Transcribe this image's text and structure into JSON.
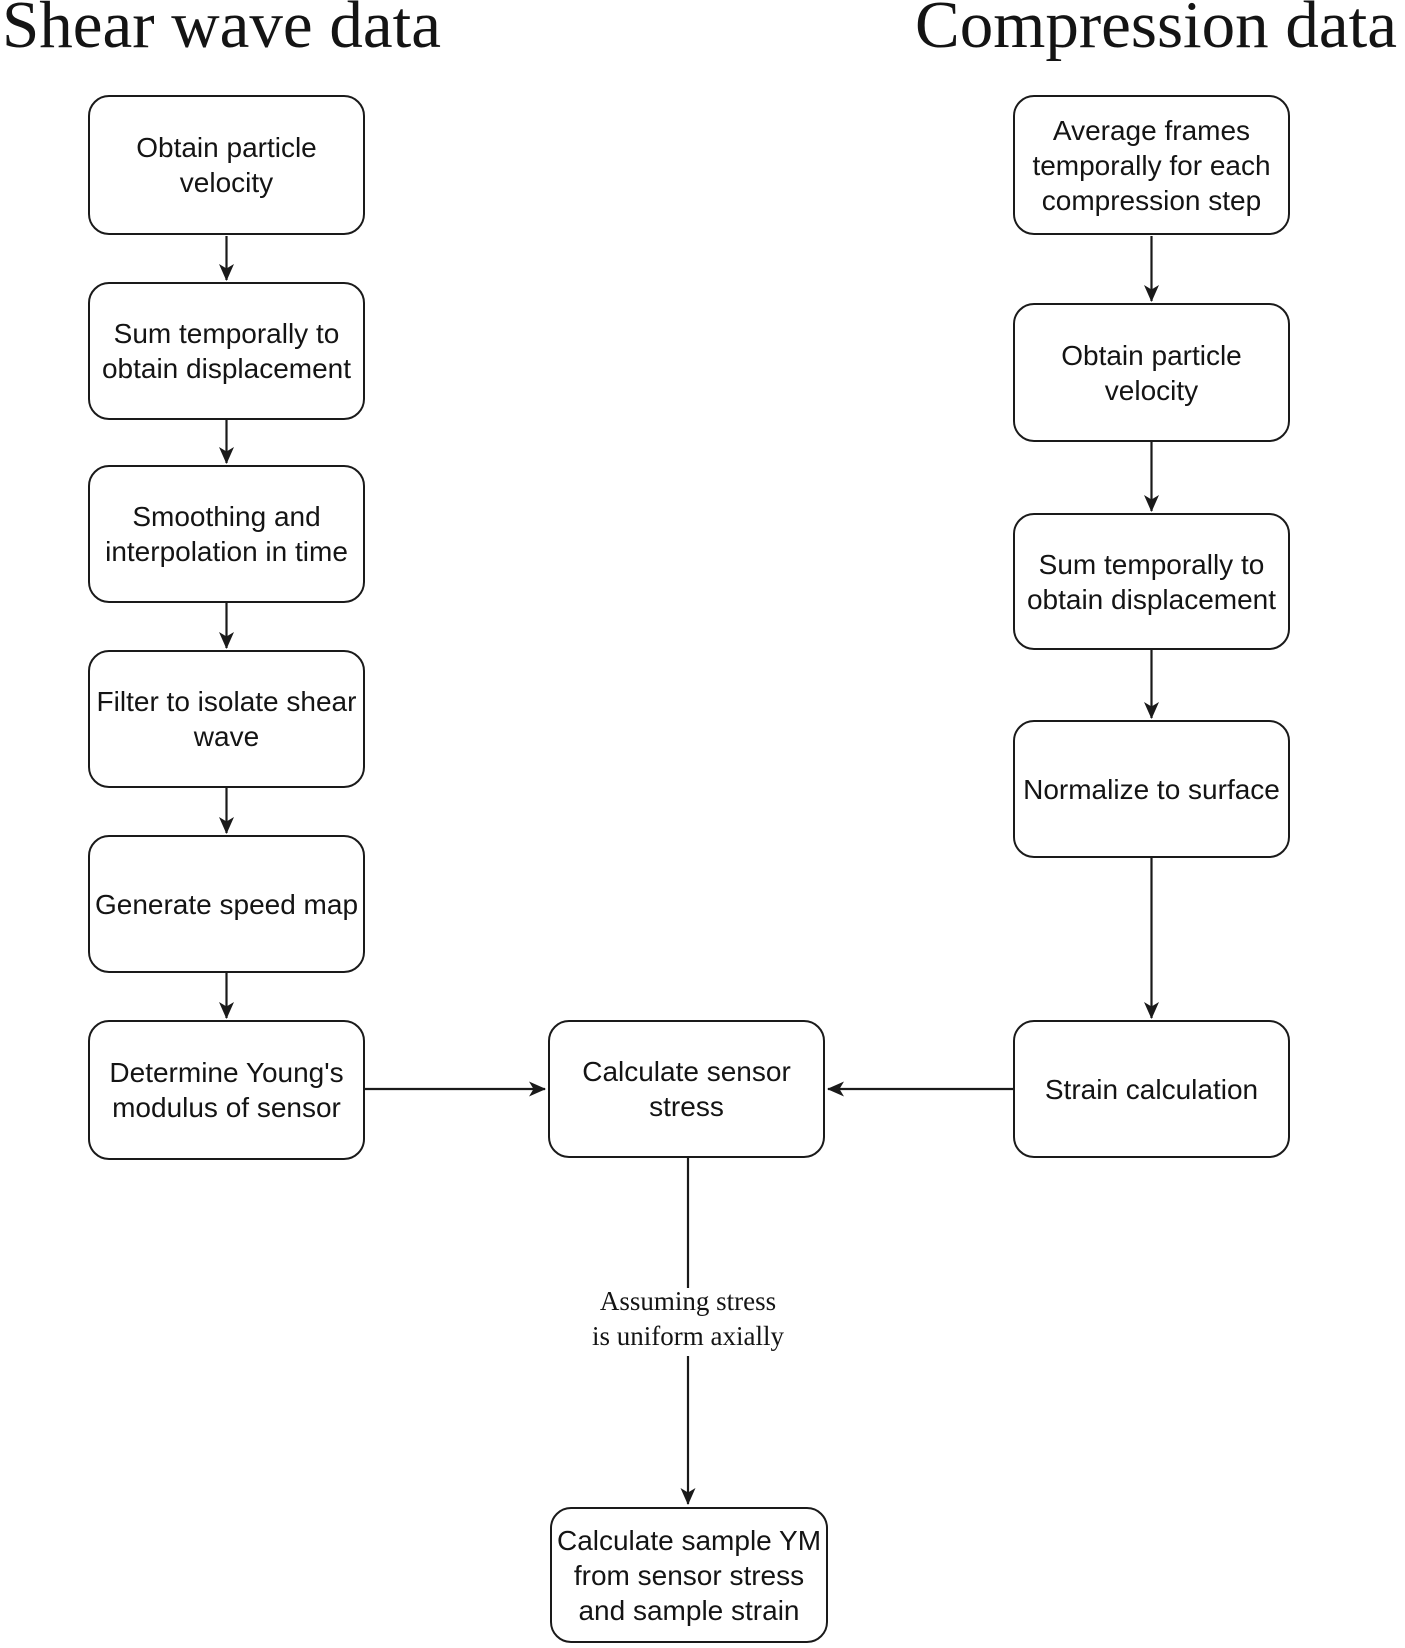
{
  "diagram": {
    "stroke": "#1a1a1a",
    "node_fill": "#ffffff",
    "text_color": "#141414",
    "shear_column": {
      "title": "Shear wave data",
      "steps": [
        {
          "label": "Obtain particle\nvelocity"
        },
        {
          "label": "Sum temporally to\nobtain displacement"
        },
        {
          "label": "Smoothing and\ninterpolation in time"
        },
        {
          "label": "Filter to isolate shear\nwave"
        },
        {
          "label": "Generate speed map"
        },
        {
          "label": "Determine Young's\nmodulus of sensor"
        }
      ]
    },
    "compression_column": {
      "title": "Compression data",
      "steps": [
        {
          "label": "Average frames\ntemporally for each\ncompression step"
        },
        {
          "label": "Obtain particle\nvelocity"
        },
        {
          "label": "Sum temporally to\nobtain displacement"
        },
        {
          "label": "Normalize to surface"
        },
        {
          "label": "Strain calculation"
        }
      ]
    },
    "merge_node": {
      "label": "Calculate sensor\nstress"
    },
    "edge_annotation": {
      "label": "Assuming stress\nis uniform axially"
    },
    "result_node": {
      "label": "Calculate sample YM\nfrom sensor stress\nand sample strain"
    }
  }
}
